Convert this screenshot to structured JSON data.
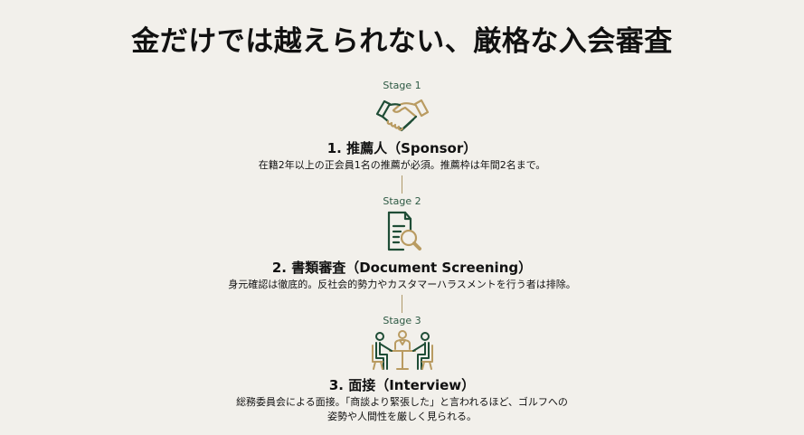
{
  "title": "金だけでは越えられない、厳格な入会審査",
  "colors": {
    "background": "#f2f0eb",
    "accent_green": "#1f4d36",
    "accent_gold": "#b99b61",
    "stage_label": "#2e5a44"
  },
  "stages": [
    {
      "label": "Stage 1",
      "icon": "handshake-icon",
      "heading": "1. 推薦人（Sponsor）",
      "description": "在籍2年以上の正会員1名の推薦が必須。推薦枠は年間2名まで。"
    },
    {
      "label": "Stage 2",
      "icon": "document-search-icon",
      "heading": "2. 書類審査（Document Screening）",
      "description": "身元確認は徹底的。反社会的勢力やカスタマーハラスメントを行う者は排除。"
    },
    {
      "label": "Stage 3",
      "icon": "interview-icon",
      "heading": "3. 面接（Interview）",
      "description_line1": "総務委員会による面接。「商談より緊張した」と言われるほど、ゴルフへの",
      "description_line2": "姿勢や人間性を厳しく見られる。"
    }
  ]
}
